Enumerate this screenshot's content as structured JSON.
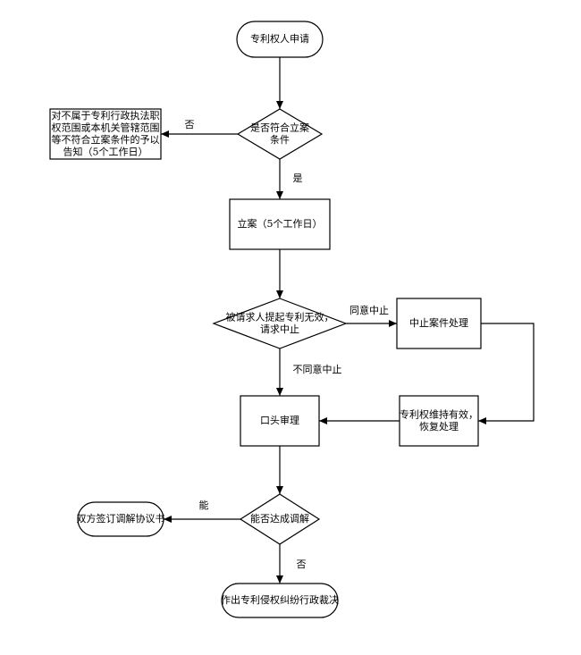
{
  "diagram": {
    "type": "flowchart",
    "nodes": [
      {
        "id": "apply",
        "shape": "terminal",
        "lines": [
          "专利权人申请"
        ]
      },
      {
        "id": "check",
        "shape": "decision",
        "lines": [
          "是否符合立案",
          "条件"
        ]
      },
      {
        "id": "notify",
        "shape": "process",
        "lines": [
          "对不属于专利行政执法职",
          "权范围或本机关管辖范围",
          "等不符合立案条件的予以",
          "告知（5个工作日）"
        ]
      },
      {
        "id": "file",
        "shape": "process",
        "lines": [
          "立案（5个工作日）"
        ]
      },
      {
        "id": "invalid",
        "shape": "decision",
        "lines": [
          "被请求人提起专利无效，",
          "请求中止"
        ]
      },
      {
        "id": "suspend",
        "shape": "process",
        "lines": [
          "中止案件处理"
        ]
      },
      {
        "id": "valid",
        "shape": "process",
        "lines": [
          "专利权维持有效，",
          "恢复处理"
        ]
      },
      {
        "id": "hearing",
        "shape": "process",
        "lines": [
          "口头审理"
        ]
      },
      {
        "id": "mediate",
        "shape": "decision",
        "lines": [
          "能否达成调解"
        ]
      },
      {
        "id": "agreement",
        "shape": "terminal",
        "lines": [
          "双方签订调解协议书"
        ]
      },
      {
        "id": "ruling",
        "shape": "terminal",
        "lines": [
          "作出专利侵权纠纷行政裁决"
        ]
      }
    ],
    "edges": [
      {
        "from": "apply",
        "to": "check",
        "label": ""
      },
      {
        "from": "check",
        "to": "notify",
        "label": "否"
      },
      {
        "from": "check",
        "to": "file",
        "label": "是"
      },
      {
        "from": "file",
        "to": "invalid",
        "label": ""
      },
      {
        "from": "invalid",
        "to": "suspend",
        "label": "同意中止"
      },
      {
        "from": "suspend",
        "to": "valid",
        "label": ""
      },
      {
        "from": "valid",
        "to": "hearing",
        "label": ""
      },
      {
        "from": "invalid",
        "to": "hearing",
        "label": "不同意中止"
      },
      {
        "from": "hearing",
        "to": "mediate",
        "label": ""
      },
      {
        "from": "mediate",
        "to": "agreement",
        "label": "能"
      },
      {
        "from": "mediate",
        "to": "ruling",
        "label": "否"
      }
    ]
  }
}
